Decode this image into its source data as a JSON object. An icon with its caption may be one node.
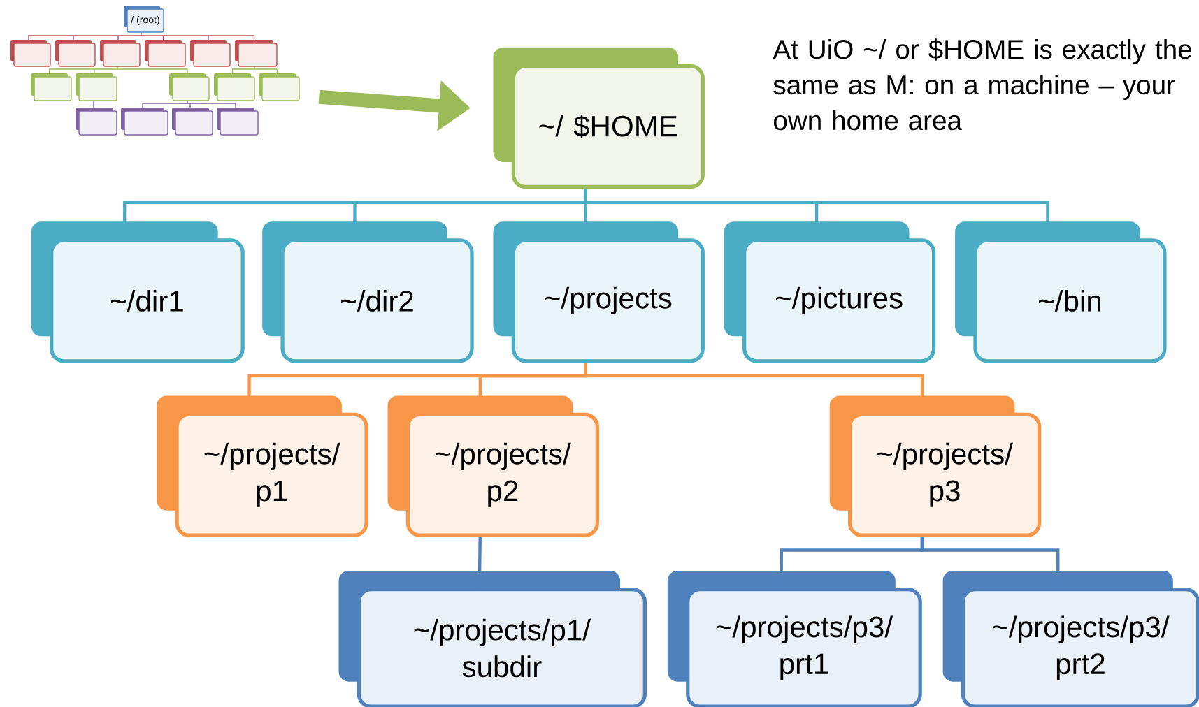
{
  "diagram": {
    "nodes": [
      {
        "text": [
          "/ (root)"
        ]
      },
      {
        "text": [
          "~/ $HOME"
        ]
      },
      {
        "text": [
          "~/dir1"
        ]
      },
      {
        "text": [
          "~/dir2"
        ]
      },
      {
        "text": [
          "~/projects"
        ]
      },
      {
        "text": [
          "~/pictures"
        ]
      },
      {
        "text": [
          "~/bin"
        ]
      },
      {
        "text": [
          "~/projects/ p1"
        ]
      },
      {
        "text": [
          "~/projects/ p2"
        ]
      },
      {
        "text": [
          "~/projects/ p3"
        ]
      },
      {
        "text": [
          "~/projects/p1/ subdir"
        ]
      },
      {
        "text": [
          "~/projects/p3/ prt1"
        ]
      },
      {
        "text": [
          "~/projects/p3/ prt2"
        ]
      }
    ],
    "edges": [
      {
        "from": 0,
        "to": 1,
        "arrow": "to",
        "style": "thick",
        "color": "#9bbb59"
      },
      {
        "from": 1,
        "to": 2,
        "arrow": "none"
      },
      {
        "from": 1,
        "to": 3,
        "arrow": "none"
      },
      {
        "from": 1,
        "to": 4,
        "arrow": "none"
      },
      {
        "from": 1,
        "to": 5,
        "arrow": "none"
      },
      {
        "from": 1,
        "to": 6,
        "arrow": "none"
      },
      {
        "from": 4,
        "to": 7,
        "arrow": "none",
        "color": "#f79646"
      },
      {
        "from": 4,
        "to": 8,
        "arrow": "none",
        "color": "#f79646"
      },
      {
        "from": 4,
        "to": 9,
        "arrow": "none",
        "color": "#f79646"
      },
      {
        "from": 8,
        "to": 10,
        "arrow": "none",
        "color": "#4f81bd"
      },
      {
        "from": 9,
        "to": 11,
        "arrow": "none",
        "color": "#4f81bd"
      },
      {
        "from": 9,
        "to": 12,
        "arrow": "none",
        "color": "#4f81bd"
      }
    ],
    "labels": [
      "At UiO ~/ or $HOME is exactly the same as M: on a machine – your own home area"
    ]
  }
}
